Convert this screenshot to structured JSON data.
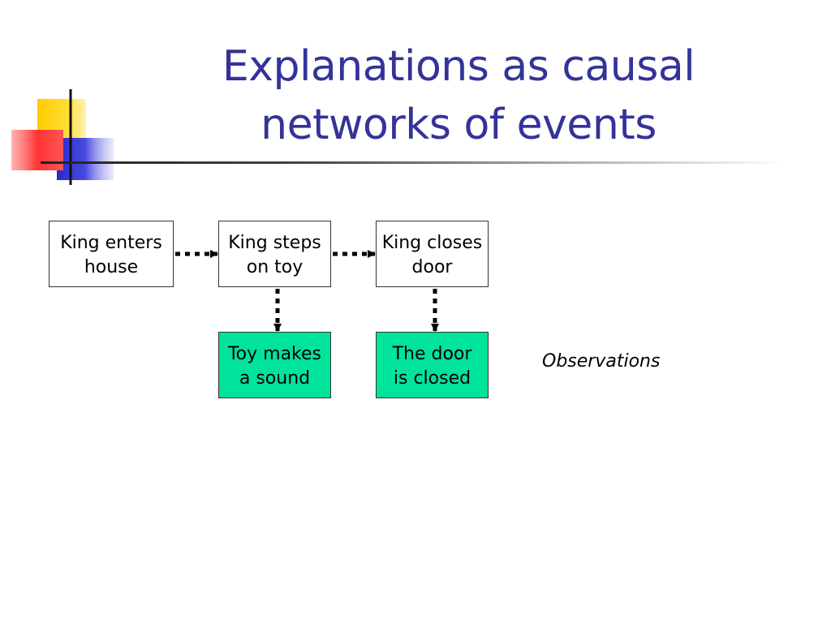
{
  "slide": {
    "title_lines": [
      "Explanations as causal",
      "networks of events"
    ]
  },
  "colors": {
    "title": "#333399",
    "observation_fill": "#00e39b",
    "deco_yellow": "#ffcc00",
    "deco_red": "#ff4444",
    "deco_blue": "#3333cc"
  },
  "diagram": {
    "nodes": [
      {
        "id": "king-enters-house",
        "lines": [
          "King enters",
          "house"
        ],
        "kind": "event"
      },
      {
        "id": "king-steps-on-toy",
        "lines": [
          "King steps",
          "on toy"
        ],
        "kind": "event"
      },
      {
        "id": "king-closes-door",
        "lines": [
          "King closes",
          "door"
        ],
        "kind": "event"
      },
      {
        "id": "toy-makes-sound",
        "lines": [
          "Toy makes",
          "a sound"
        ],
        "kind": "observation"
      },
      {
        "id": "door-is-closed",
        "lines": [
          "The door",
          "is closed"
        ],
        "kind": "observation"
      }
    ],
    "edges": [
      {
        "from": "king-enters-house",
        "to": "king-steps-on-toy",
        "style": "dotted"
      },
      {
        "from": "king-steps-on-toy",
        "to": "king-closes-door",
        "style": "dotted"
      },
      {
        "from": "king-steps-on-toy",
        "to": "toy-makes-sound",
        "style": "dotted"
      },
      {
        "from": "king-closes-door",
        "to": "door-is-closed",
        "style": "dotted"
      }
    ],
    "observations_label": "Observations"
  }
}
